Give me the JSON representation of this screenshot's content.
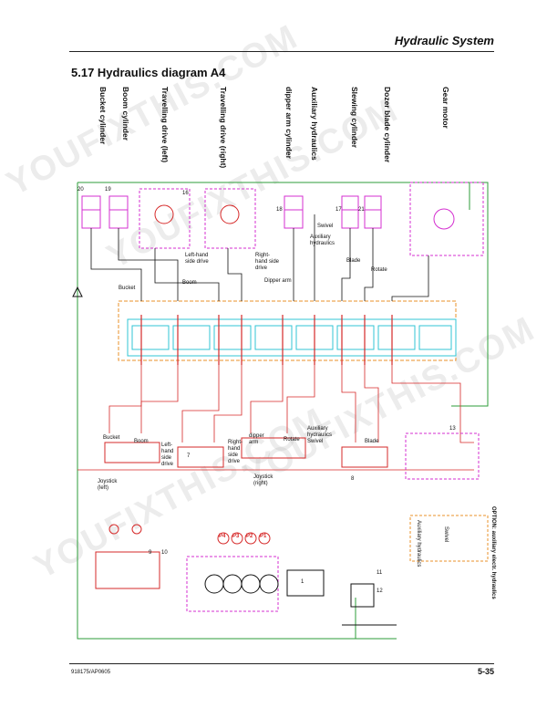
{
  "header": {
    "title": "Hydraulic System"
  },
  "section": {
    "title": "5.17  Hydraulics diagram A4"
  },
  "vertical_labels": [
    "Bucket cylinder",
    "Boom cylinder",
    "Travelling drive (left)",
    "Travelling drive (right)",
    "dipper arm cylinder",
    "Auxiliary hydraulics",
    "Slewing cylinder",
    "Dozer blade cylinder",
    "Gear motor"
  ],
  "diagram_labels": {
    "swivel": "Swivel",
    "aux_hydraulics": "Auxiliary hydraulics",
    "right_side_drive": "Right-hand side drive",
    "dipper_arm": "Dipper arm",
    "left_side_drive": "Left-hand side drive",
    "boom": "Boom",
    "bucket": "Bucket",
    "blade": "Blade",
    "rotate": "Rotate",
    "joy_bucket": "Bucket",
    "joy_boom": "Boom",
    "joy_left_drive": "Left-hand side drive",
    "joy_right_drive": "Right-hand side drive",
    "joy_dipper": "dipper arm",
    "joy_rotate": "Rotate",
    "joy_aux": "Auxiliary hydraulics Swivel",
    "joy_blade": "Blade",
    "joystick_left": "Joystick (left)",
    "joystick_right": "Joystick (right)",
    "option": "OPTION: auxiliary electr. hydraulics",
    "opt_aux": "Auxiliary hydraulics",
    "opt_swivel": "Swivel",
    "p4": "P4",
    "p3": "P3",
    "p2": "P2",
    "p1": "P1",
    "n20": "20",
    "n19": "19",
    "n16": "16",
    "n18": "18",
    "n17": "17",
    "n21": "21",
    "n13": "13",
    "n11": "11",
    "n12": "12",
    "n1": "1",
    "n7": "7",
    "n8": "8",
    "n9": "9",
    "n10": "10"
  },
  "watermarks": [
    "YOUFIXTHIS.COM",
    "YOUFIXTHIS.COM",
    "YOUFIXTHIS.COM",
    "YOUFIXTHIS.COM"
  ],
  "footer": {
    "doc_number": "918175/AP0605",
    "page": "5-35"
  },
  "colors": {
    "red": "#d62828",
    "green": "#2e9e3a",
    "magenta": "#d42fd0",
    "cyan": "#31c6d4",
    "orange": "#e8902a",
    "black": "#111111"
  }
}
